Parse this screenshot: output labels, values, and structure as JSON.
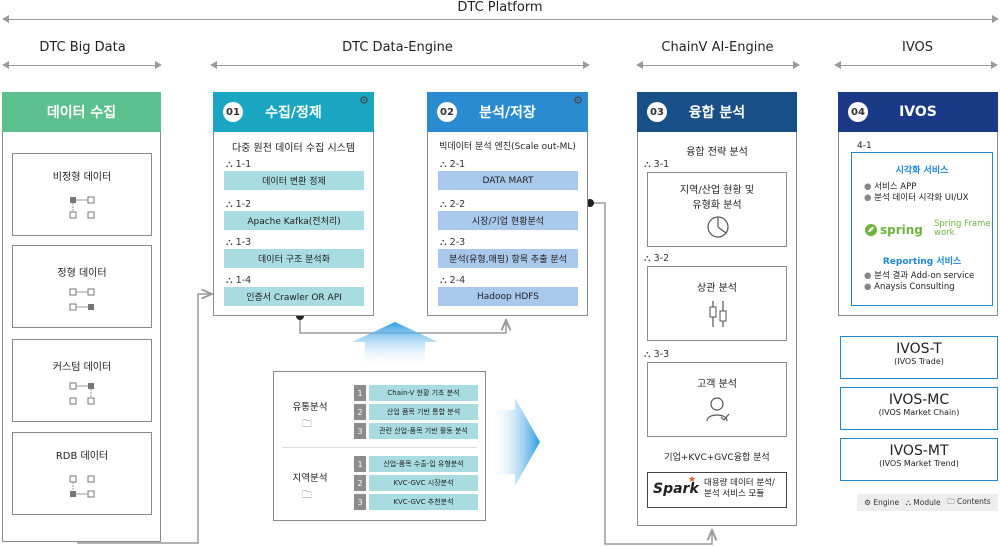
{
  "platform_title": "DTC Platform",
  "sections": {
    "big_data": "DTC Big Data",
    "data_engine": "DTC Data-Engine",
    "ai_engine": "ChainV AI-Engine",
    "ivos": "IVOS"
  },
  "collection": {
    "title": "데이터 수집",
    "items": [
      "비정형 데이터",
      "정형 데이터",
      "커스텀 데이터",
      "RDB 데이터"
    ]
  },
  "module1": {
    "num": "01",
    "title": "수집/정제",
    "subtitle": "다중 원천 데이터 수집 시스템",
    "items": [
      {
        "label": "1-1",
        "bar": "데이터 변환 정제"
      },
      {
        "label": "1-2",
        "bar": "Apache Kafka(전처리)"
      },
      {
        "label": "1-3",
        "bar": "데이터 구조 분석화"
      },
      {
        "label": "1-4",
        "bar": "인증서 Crawler OR API"
      }
    ]
  },
  "module2": {
    "num": "02",
    "title": "분석/저장",
    "subtitle": "빅데이터 분석 엔진(Scale out-ML)",
    "items": [
      {
        "label": "2-1",
        "bar": "DATA MART"
      },
      {
        "label": "2-2",
        "bar": "시장/기업 현황분석"
      },
      {
        "label": "2-3",
        "bar": "분석(유형,매핑) 항목 추출 분석"
      },
      {
        "label": "2-4",
        "bar": "Hadoop HDFS"
      }
    ]
  },
  "module3": {
    "num": "03",
    "title": "융합 분석",
    "subtitle": "융합 전략 분석",
    "items": [
      {
        "label": "3-1",
        "text": "지역/산업 현황 및\n유형화 분석"
      },
      {
        "label": "3-2",
        "text": "상관 분석"
      },
      {
        "label": "3-3",
        "text": "고객 분석"
      }
    ],
    "fusion": "기업+KVC+GVC융합 분석",
    "spark_logo": "Spark",
    "spark_text": "대용량 데이터 분석/\n분석 서비스 모듈"
  },
  "module4": {
    "num": "04",
    "title": "IVOS",
    "label": "4-1",
    "viz_title": "시각화 서비스",
    "viz_items": [
      "서비스 APP",
      "분석 데이터 시각화 UI/UX"
    ],
    "spring_logo": "spring",
    "spring_text": "Spring Frame\nwork",
    "report_title": "Reporting 서비스",
    "report_items": [
      "분석 결과 Add-on service",
      "Anaysis Consulting"
    ]
  },
  "ivos_products": [
    {
      "name": "IVOS-T",
      "sub": "(IVOS Trade)"
    },
    {
      "name": "IVOS-MC",
      "sub": "(IVOS Market Chain)"
    },
    {
      "name": "IVOS-MT",
      "sub": "(IVOS Market Trend)"
    }
  ],
  "legend": {
    "engine": "Engine",
    "module": "Module",
    "contents": "Contents"
  },
  "analysis": {
    "groups": [
      {
        "title": "유통분석",
        "items": [
          "Chain-V 현황 기초 분석",
          "산업 품목 기반 통합 분석",
          "관련 산업-품목 기반 활동 분석"
        ]
      },
      {
        "title": "지역분석",
        "items": [
          "산업-품목 수출-입 유형분석",
          "KVC-GVC 시장분석",
          "KVC-GVC 추천분석"
        ]
      }
    ]
  },
  "colors": {
    "collection": "#5cbf8e",
    "module1": "#1aa6c0",
    "module2": "#2a8bd1",
    "module3": "#174f86",
    "module4": "#1a3a88",
    "ivos_border": "#1f87d2"
  }
}
